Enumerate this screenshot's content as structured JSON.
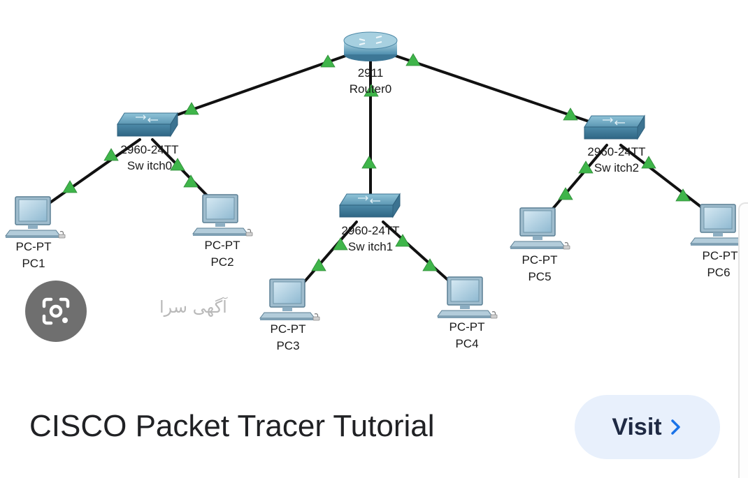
{
  "diagram": {
    "router": {
      "model": "2911",
      "name": "Router0"
    },
    "switches": [
      {
        "model": "2960-24TT",
        "name": "Sw itch0"
      },
      {
        "model": "2960-24TT",
        "name": "Sw itch1"
      },
      {
        "model": "2960-24TT",
        "name": "Sw itch2"
      }
    ],
    "pcs": [
      {
        "type": "PC-PT",
        "name": "PC1"
      },
      {
        "type": "PC-PT",
        "name": "PC2"
      },
      {
        "type": "PC-PT",
        "name": "PC3"
      },
      {
        "type": "PC-PT",
        "name": "PC4"
      },
      {
        "type": "PC-PT",
        "name": "PC5"
      },
      {
        "type": "PC-PT",
        "name": "PC6"
      }
    ],
    "link_status_color": "#3fb54a"
  },
  "watermark": "آگهی سرا",
  "result": {
    "title": "CISCO Packet Tracer Tutorial",
    "visit_label": "Visit"
  },
  "icons": {
    "lens": "google-lens-icon",
    "visit": "chevron-right-icon"
  },
  "colors": {
    "title_text": "#202124",
    "visit_background": "#e8f0fc",
    "visit_chevron": "#1a73e8",
    "lens_background": "#6f6f6f"
  }
}
